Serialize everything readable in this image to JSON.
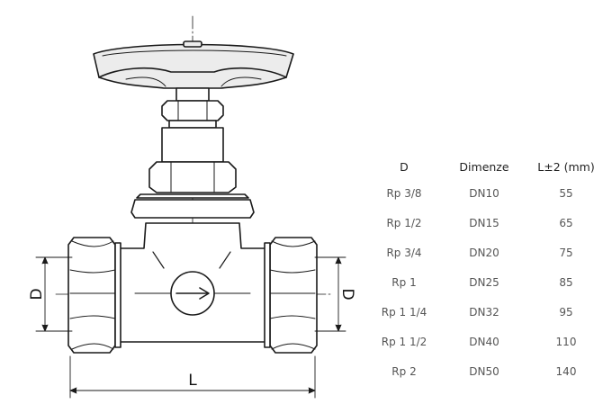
{
  "drawing": {
    "dimension_labels": {
      "left_diameter": "D",
      "right_diameter": "D",
      "length": "L"
    },
    "stroke_color": "#1a1a1a",
    "body_fill": "#ffffff",
    "handwheel_fill": "#ececec"
  },
  "table": {
    "headers": [
      "D",
      "Dimenze",
      "L±2 (mm)"
    ],
    "rows": [
      [
        "Rp 3/8",
        "DN10",
        "55"
      ],
      [
        "Rp 1/2",
        "DN15",
        "65"
      ],
      [
        "Rp 3/4",
        "DN20",
        "75"
      ],
      [
        "Rp 1",
        "DN25",
        "85"
      ],
      [
        "Rp 1 1/4",
        "DN32",
        "95"
      ],
      [
        "Rp 1 1/2",
        "DN40",
        "110"
      ],
      [
        "Rp 2",
        "DN50",
        "140"
      ]
    ]
  }
}
